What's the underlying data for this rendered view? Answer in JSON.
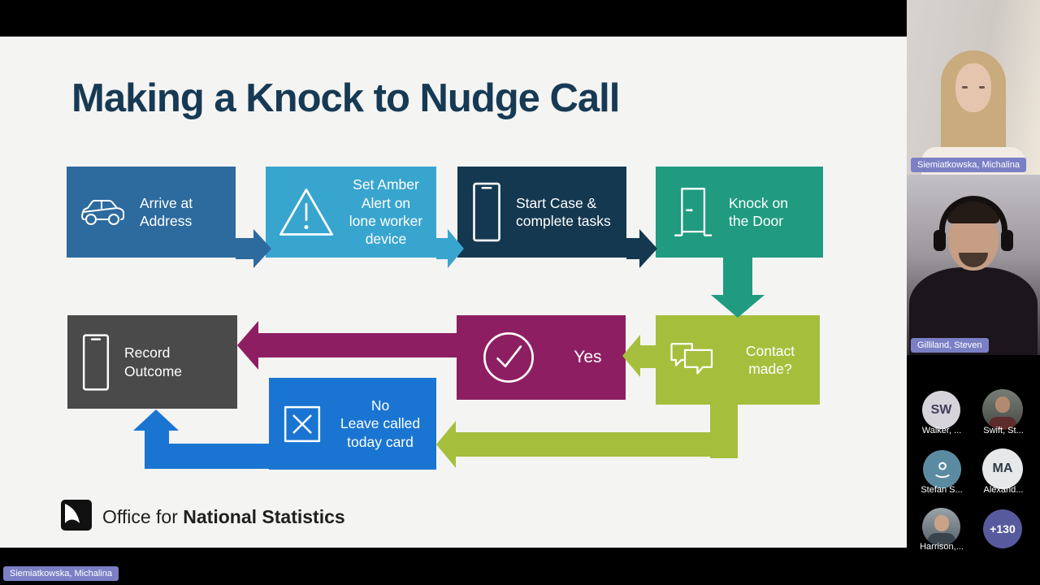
{
  "slide": {
    "title": "Making a Knock to Nudge Call",
    "flow": {
      "arrive": {
        "label": "Arrive at Address"
      },
      "amber": {
        "label": "Set Amber Alert on lone worker device"
      },
      "start": {
        "label": "Start Case & complete tasks"
      },
      "knock": {
        "label": "Knock on the Door"
      },
      "contact": {
        "label": "Contact made?"
      },
      "yes": {
        "label": "Yes"
      },
      "no": {
        "label": "No\nLeave called today card"
      },
      "record": {
        "label": "Record Outcome"
      }
    },
    "logo": {
      "prefix": "Office for ",
      "bold": "National Statistics"
    },
    "colors": {
      "title": "#173a54",
      "box_arrive": "#2d6a9e",
      "box_amber": "#38a5cf",
      "box_start": "#14384f",
      "box_knock": "#209b80",
      "box_contact": "#a5bf3d",
      "box_yes": "#8e1e62",
      "box_no": "#1a75d2",
      "box_record": "#4a4a4a",
      "name_label_bg": "#7b80c5"
    },
    "icons": [
      "car-icon",
      "warning-triangle-icon",
      "phone-icon",
      "door-icon",
      "chat-bubbles-icon",
      "checkmark-circle-icon",
      "x-square-icon",
      "ons-logo"
    ]
  },
  "overlay": {
    "presenter_label": "Siemiatkowska, Michalina"
  },
  "sidebar": {
    "videos": [
      {
        "name": "Siemiatkowska, Michalina"
      },
      {
        "name": "Gilliland, Steven"
      }
    ],
    "participants": [
      {
        "initials": "SW",
        "label": "Walker, ..."
      },
      {
        "label": "Swift, St..."
      },
      {
        "label": "Stefan S..."
      },
      {
        "initials": "MA",
        "label": "Alexand..."
      },
      {
        "label": "Harrison,..."
      },
      {
        "badge": "+130"
      }
    ]
  }
}
